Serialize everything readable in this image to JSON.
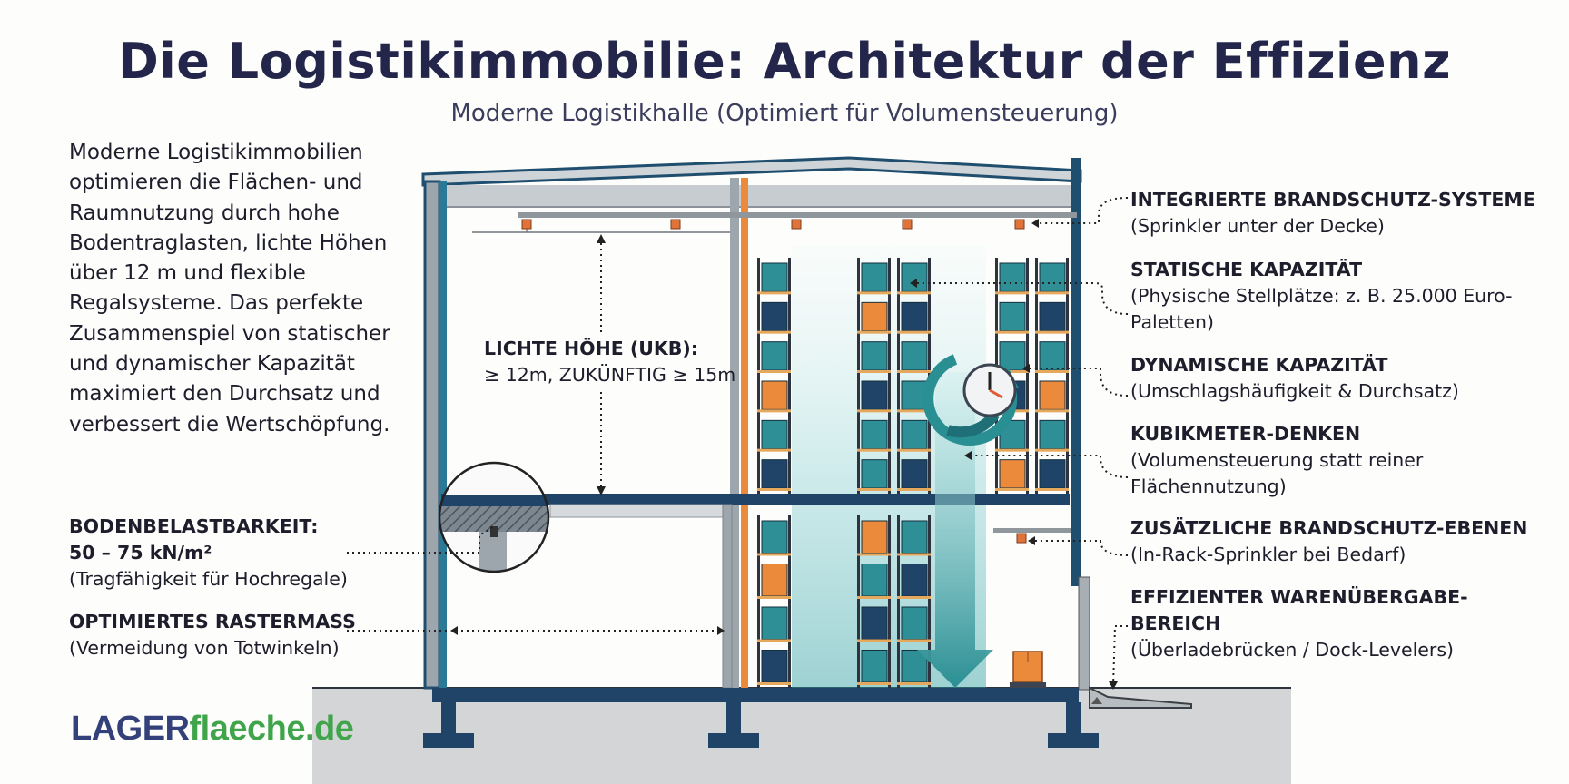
{
  "header": {
    "title": "Die Logistikimmobilie: Architektur der Effizienz",
    "subtitle": "Moderne Logistikhalle (Optimiert für Volumensteuerung)"
  },
  "intro_text": "Moderne Logistikimmobilien optimieren die Flächen- und Raumnutzung durch hohe Bodentraglasten, lichte Höhen über 12 m und flexible Regalsysteme. Das perfekte Zusammenspiel von statischer und dynamischer Kapazität maximiert den Durchsatz und verbessert die Wertschöpfung.",
  "left_labels": {
    "floor_load": {
      "title_line1": "BODENBELASTBARKEIT:",
      "title_line2": "50 – 75 kN/m²",
      "desc": "(Tragfähigkeit für Hochregale)"
    },
    "grid": {
      "title": "OPTIMIERTES RASTERMASS",
      "desc": "(Vermeidung von Totwinkeln)"
    }
  },
  "center_label": {
    "title": "LICHTE HÖHE (UKB):",
    "desc": "≥ 12m, ZUKÜNFTIG ≥ 15m"
  },
  "right_labels": [
    {
      "title": "INTEGRIERTE BRANDSCHUTZ-SYSTEME",
      "desc": "(Sprinkler unter der Decke)"
    },
    {
      "title": "STATISCHE KAPAZITÄT",
      "desc": "(Physische Stellplätze: z. B. 25.000 Euro-",
      "desc2": "Paletten)"
    },
    {
      "title": "DYNAMISCHE KAPAZITÄT",
      "desc": "(Umschlagshäufigkeit & Durchsatz)"
    },
    {
      "title": "KUBIKMETER-DENKEN",
      "desc": "(Volumensteuerung statt reiner",
      "desc2": "Flächennutzung)"
    },
    {
      "title": "ZUSÄTZLICHE BRANDSCHUTZ-EBENEN",
      "desc": "(In-Rack-Sprinkler bei Bedarf)"
    },
    {
      "title": "EFFIZIENTER WARENÜBERGABE-",
      "title2": "BEREICH",
      "desc": "(Überladebrücken / Dock-Levelers)"
    }
  ],
  "logo": {
    "part1": "LAGER",
    "part2": "flaeche.de"
  },
  "colors": {
    "steel_blue": "#1f4e6e",
    "teal": "#2a8f93",
    "orange": "#ec8a3c",
    "navy_box": "#1f4468",
    "ground": "#d3d5d6",
    "logo_blue": "#34407a",
    "logo_green": "#3fa44a"
  },
  "icons": [
    "sprinkler-icon",
    "clock-cycle-icon",
    "pallet-box-icon",
    "down-arrow-icon"
  ]
}
